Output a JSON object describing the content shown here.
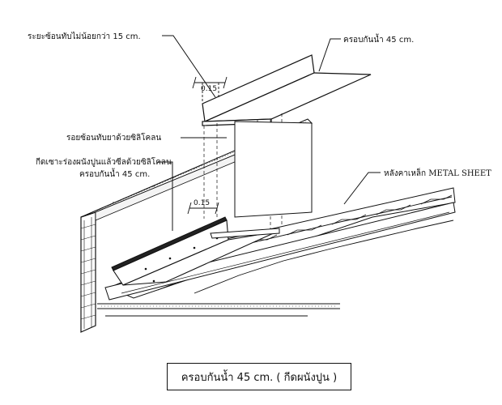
{
  "labels": {
    "overlap_min": "ระยะซ้อนทับไม่น้อยกว่า  15  cm.",
    "flashing_top": "ครอบกันน้ำ 45 cm.",
    "silicone_overlap": "รอยซ้อนทับยาด้วยซิลิโคลน",
    "groove_line1": "กีดเซาะร่องผนังปูนแล้วซีลด้วยซิลิโคลน",
    "groove_line2": "ครอบกันน้ำ 45 cm.",
    "metal_sheet": "หลังคาเหล็ก METAL SHEET"
  },
  "dimensions": {
    "top_dim": "0.15",
    "wall_dim": "0.15"
  },
  "caption": "ครอบกันน้ำ 45 cm. ( กีดผนังปูน )"
}
